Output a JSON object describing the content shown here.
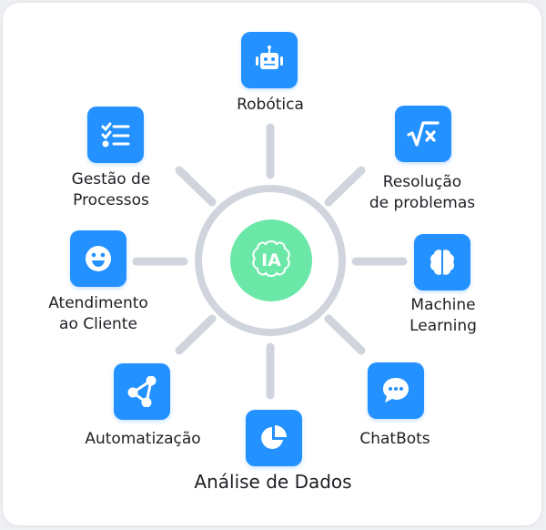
{
  "center": {
    "label": "IA",
    "icon": "brain-icon"
  },
  "colors": {
    "icon_bg": "#2391ff",
    "center_bg": "#6be8a8",
    "spokes": "#d0d5dd"
  },
  "nodes": [
    {
      "id": "robotica",
      "label": "Robótica",
      "icon": "robot-icon"
    },
    {
      "id": "gestao",
      "label_line1": "Gestão de",
      "label_line2": "Processos",
      "icon": "checklist-icon"
    },
    {
      "id": "resolucao",
      "label_line1": "Resolução",
      "label_line2": "de problemas",
      "icon": "square-root-icon"
    },
    {
      "id": "atendimento",
      "label_line1": "Atendimento",
      "label_line2": "ao Cliente",
      "icon": "smiley-icon"
    },
    {
      "id": "machine",
      "label_line1": "Machine",
      "label_line2": "Learning",
      "icon": "brain-icon"
    },
    {
      "id": "automatizacao",
      "label": "Automatização",
      "icon": "network-icon"
    },
    {
      "id": "analise",
      "label": "Análise de Dados",
      "icon": "pie-chart-icon"
    },
    {
      "id": "chatbots",
      "label": "ChatBots",
      "icon": "chat-icon"
    }
  ]
}
